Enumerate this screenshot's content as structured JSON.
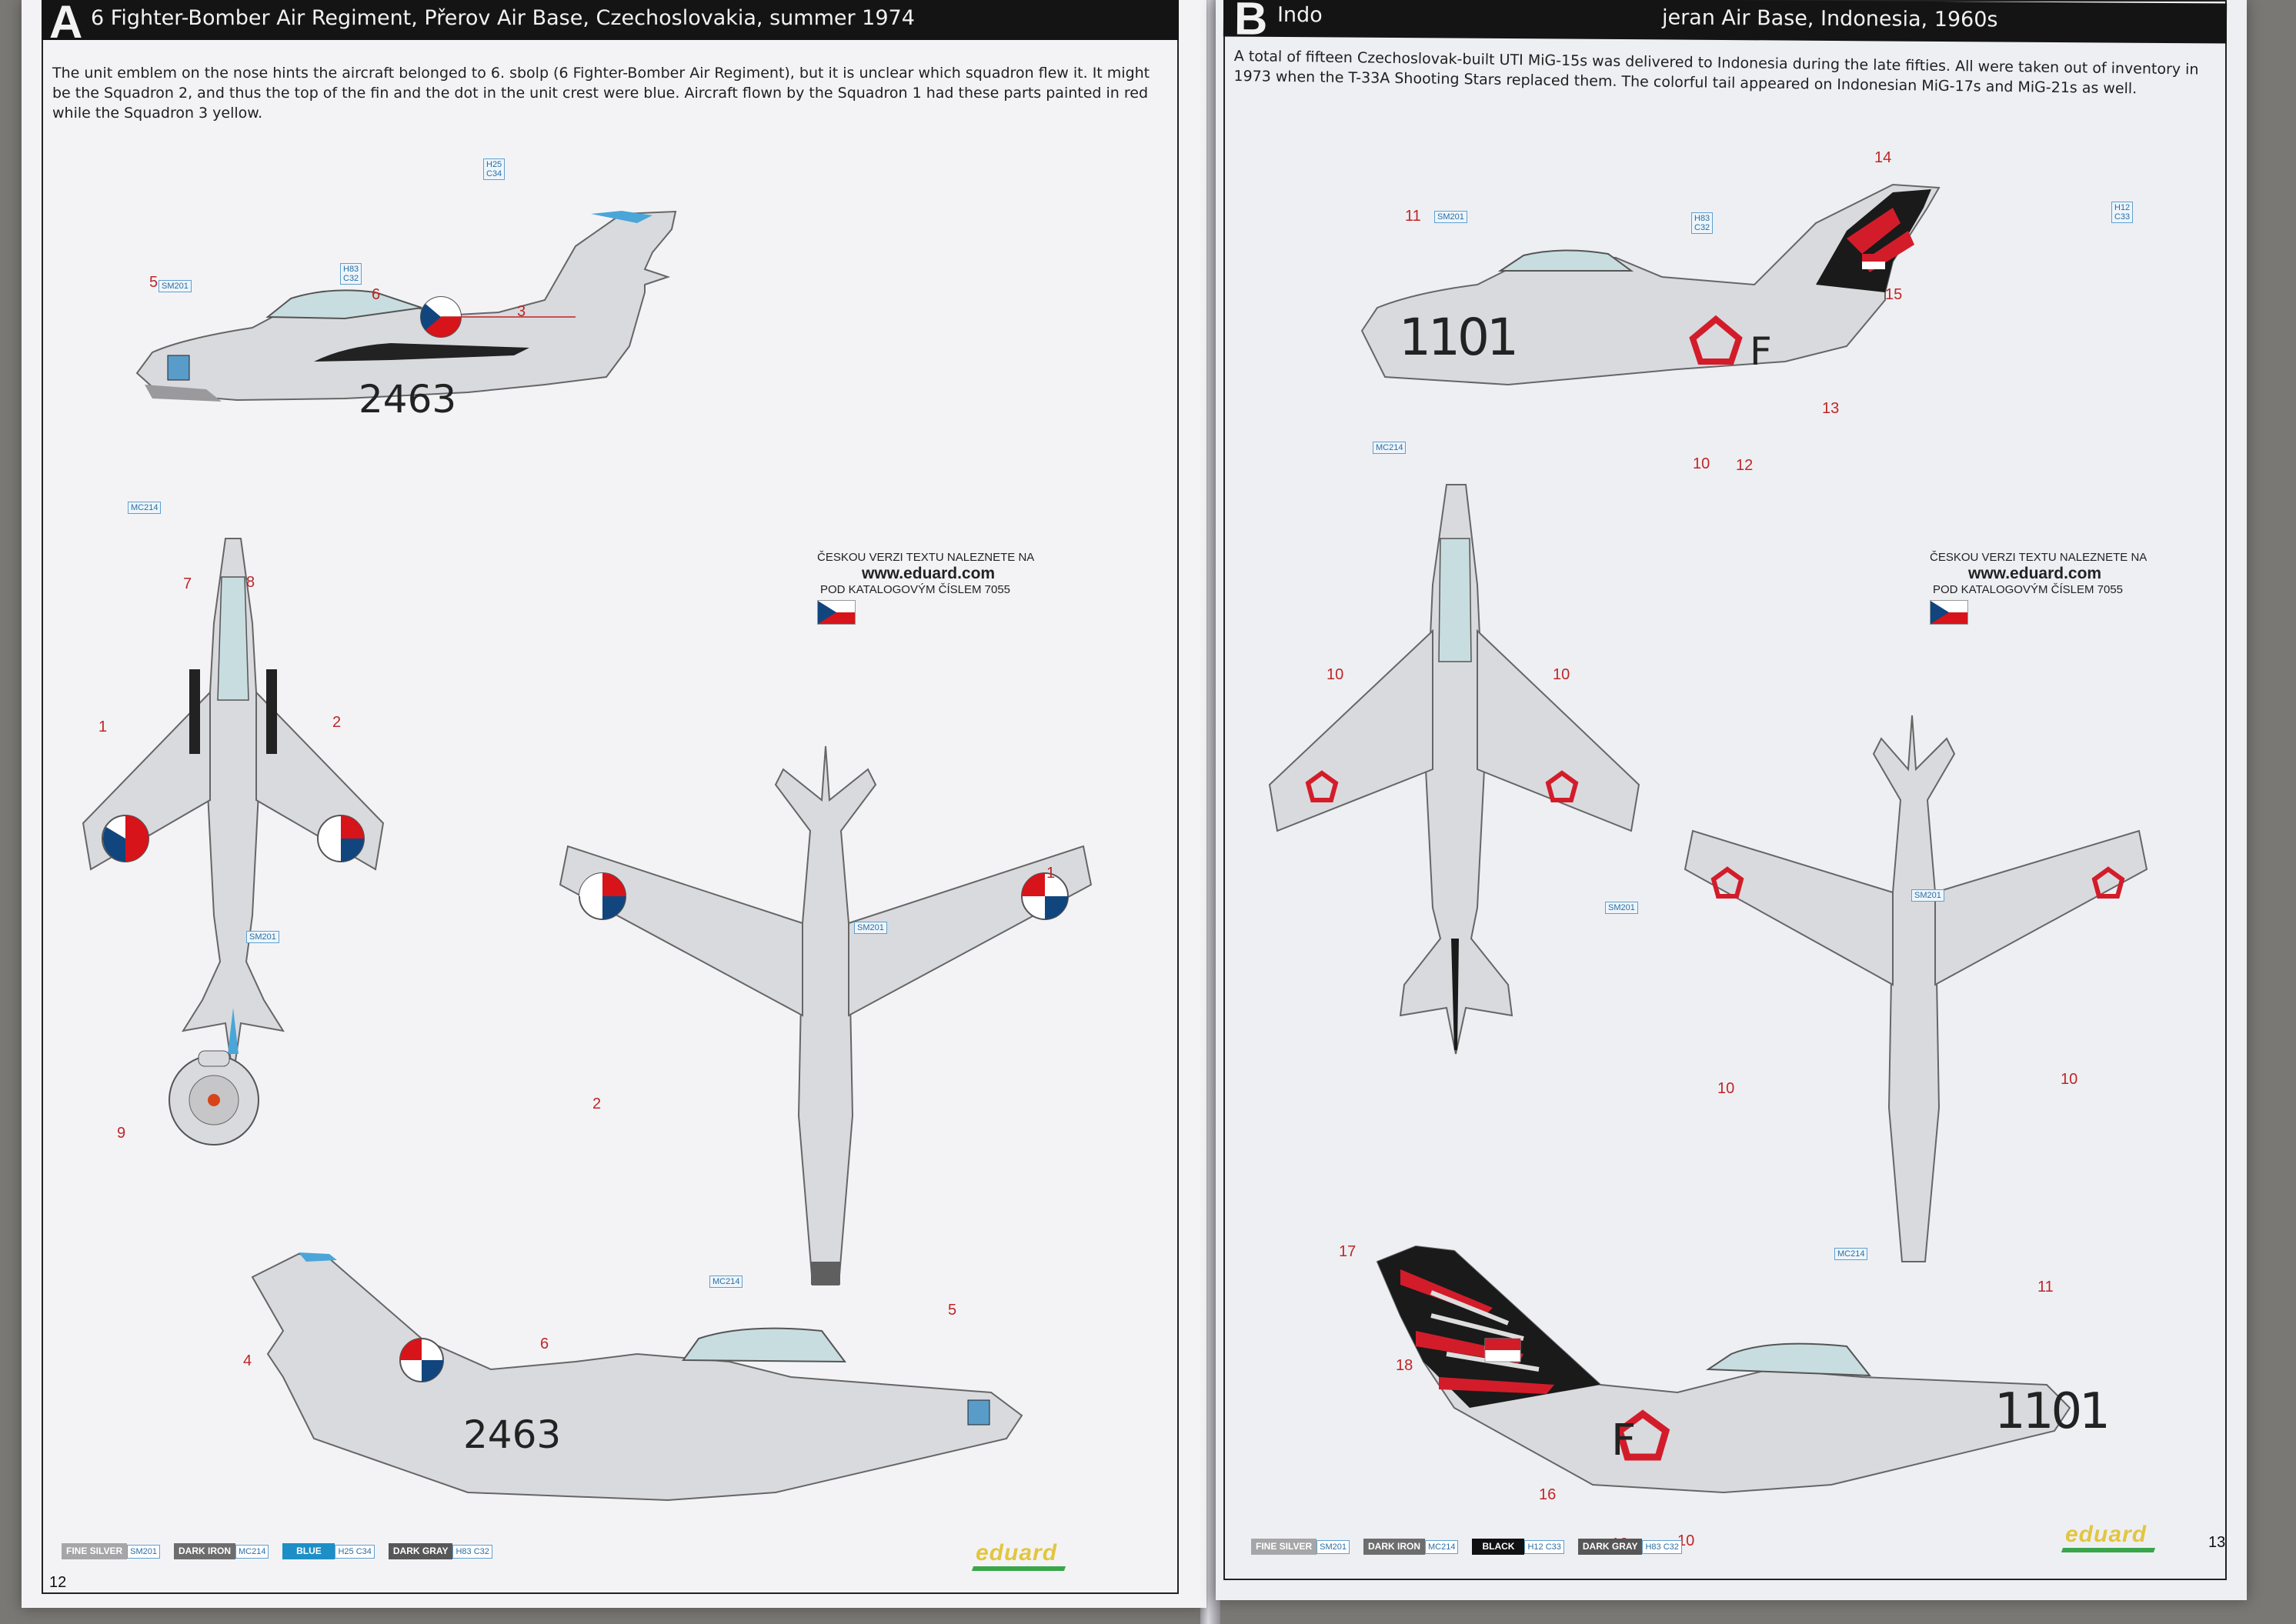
{
  "left_page": {
    "letter": "A",
    "title": "6 Fighter-Bomber Air Regiment, Přerov Air Base, Czechoslovakia, summer 1974",
    "description": "The unit emblem on the nose hints the aircraft belonged to 6. sbolp (6 Fighter-Bomber Air Regiment), but it is unclear which squadron flew it. It might be the Squadron 2, and thus the top of the fin and the dot in the unit crest were blue. Aircraft flown by the Squadron 1 had these parts painted in red while the Squadron 3 yellow.",
    "czech_note": {
      "line1": "ČESKOU VERZI TEXTU NALEZNETE NA",
      "url": "www.eduard.com",
      "line3": "POD KATALOGOVÝM ČÍSLEM 7055"
    },
    "serial": "2463",
    "callouts": {
      "n1": "1",
      "n2": "2",
      "n3": "3",
      "n4": "4",
      "n5": "5",
      "n6": "6",
      "n7": "7",
      "n8": "8",
      "n9": "9"
    },
    "codes": {
      "sm201": "SM201",
      "mc214": "MC214",
      "h25": "H25",
      "c34": "C34",
      "h83": "H83",
      "c32": "C32"
    },
    "legend": [
      {
        "name": "FINE SILVER",
        "code": "SM201",
        "color": "#a6a6a8"
      },
      {
        "name": "DARK IRON",
        "code": "MC214",
        "color": "#6d6d6d"
      },
      {
        "name": "BLUE",
        "code": "H25 C34",
        "color": "#1e8fc6"
      },
      {
        "name": "DARK GRAY",
        "code": "H83 C32",
        "color": "#575757"
      }
    ],
    "page_number": "12",
    "brand": "eduard"
  },
  "right_page": {
    "letter": "B",
    "title": "Indo...          ...jeran Air Base, Indonesia, 1960s",
    "title_left": "Indo",
    "title_right": "jeran Air Base, Indonesia, 1960s",
    "description": "A total of fifteen Czechoslovak-built UTI MiG-15s was delivered to Indonesia during the late fifties. All were taken out of inventory in 1973 when the T-33A Shooting Stars replaced them. The colorful tail appeared on Indonesian MiG-17s and MiG-21s as well.",
    "czech_note": {
      "line1": "ČESKOU VERZI TEXTU NALEZNETE NA",
      "url": "www.eduard.com",
      "line3": "POD KATALOGOVÝM ČÍSLEM 7055"
    },
    "serial": "1101",
    "letter_code": "F",
    "callouts": {
      "n10": "10",
      "n11": "11",
      "n12": "12",
      "n13": "13",
      "n14": "14",
      "n15": "15",
      "n16": "16",
      "n17": "17",
      "n18": "18"
    },
    "codes": {
      "sm201": "SM201",
      "mc214": "MC214",
      "h83": "H83",
      "c32": "C32",
      "h12": "H12",
      "c33": "C33"
    },
    "legend": [
      {
        "name": "FINE SILVER",
        "code": "SM201",
        "color": "#a6a6a8"
      },
      {
        "name": "DARK IRON",
        "code": "MC214",
        "color": "#6d6d6d"
      },
      {
        "name": "BLACK",
        "code": "H12 C33",
        "color": "#111111"
      },
      {
        "name": "DARK GRAY",
        "code": "H83 C32",
        "color": "#575757"
      }
    ],
    "page_number": "13",
    "brand": "eduard"
  }
}
